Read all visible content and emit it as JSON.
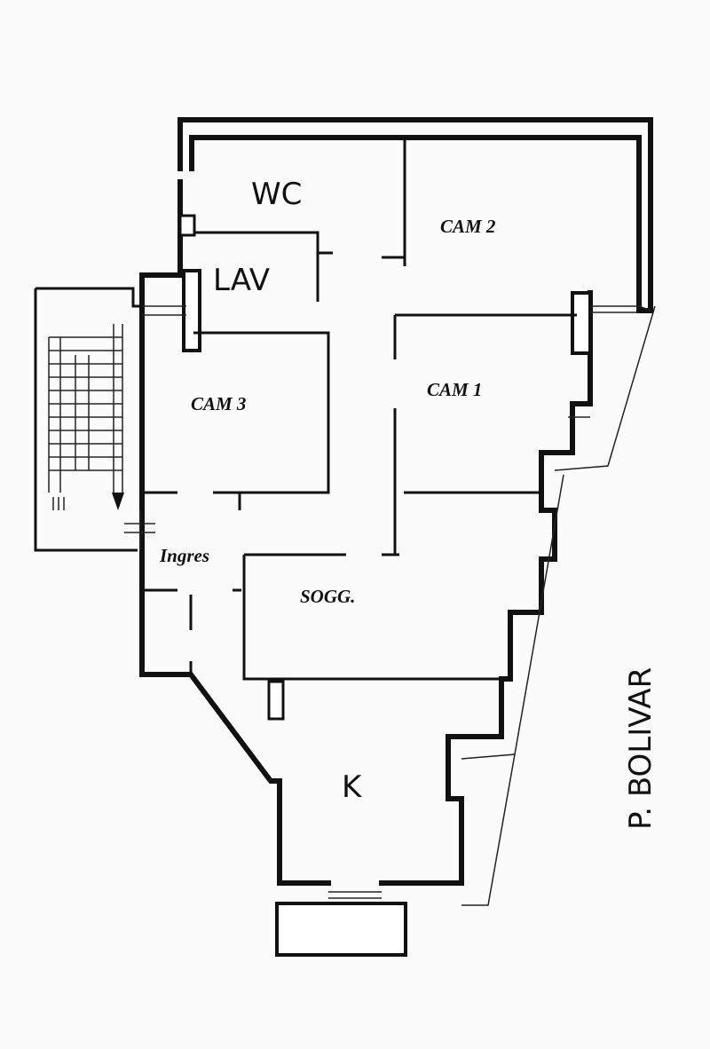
{
  "rooms": {
    "wc": "WC",
    "cam2": "CAM 2",
    "lav": "LAV",
    "cam3": "CAM 3",
    "cam1": "CAM 1",
    "ingres": "Ingres",
    "sogg": "SOGG.",
    "k": "K"
  },
  "street": "P. BOLIVAR"
}
